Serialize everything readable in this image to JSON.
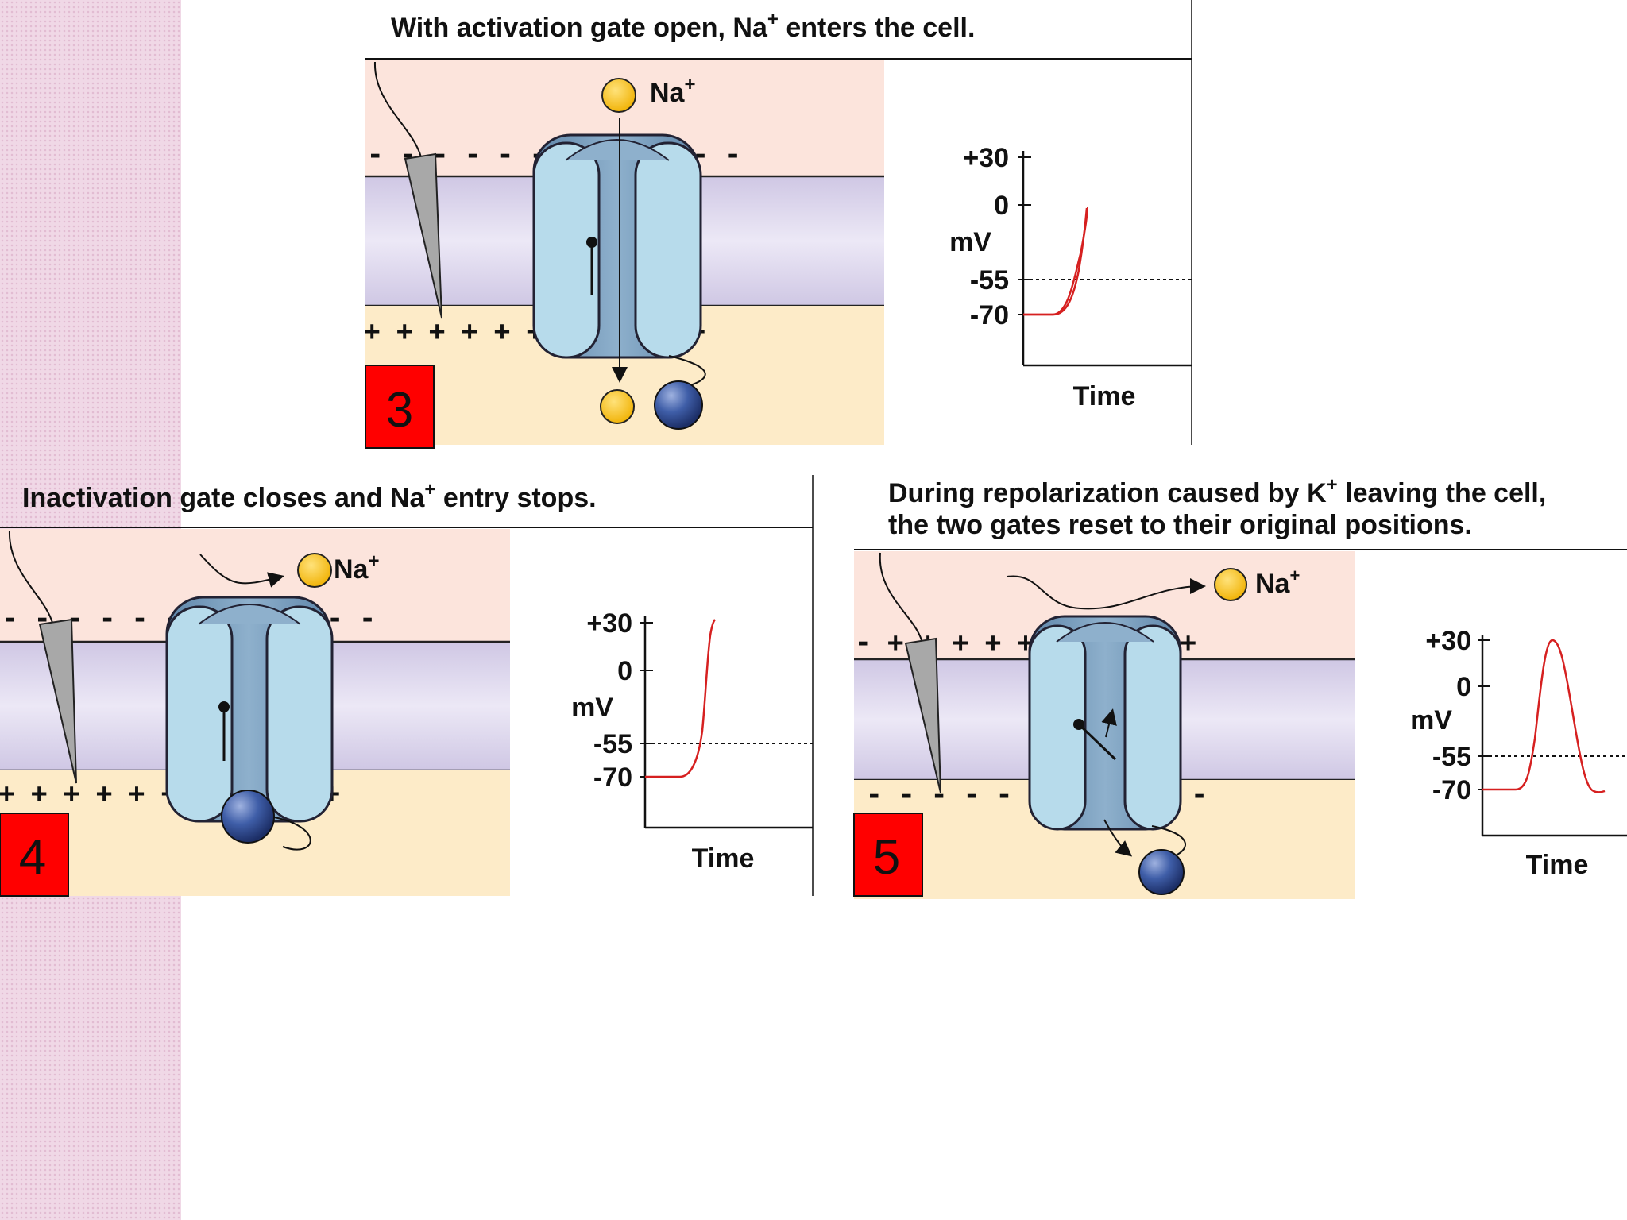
{
  "background": {
    "pattern_color": "#f0d8e6",
    "page_color": "#ffffff"
  },
  "colors": {
    "extracellular": "#fce4dc",
    "intracellular": "#fdebc8",
    "membrane": "#dcd6ec",
    "channel_light": "#b7dbeb",
    "channel_dark": "#6e93b5",
    "sodium_ion": "#f5c21a",
    "inactivation_ball": "#3f5ea8",
    "trace": "#d62020",
    "step_badge": "#ff0000"
  },
  "panels": [
    {
      "step": "3",
      "title": {
        "main": "With activation gate open, Na",
        "sup": "+",
        "tail": " enters the cell."
      },
      "ion_label": {
        "main": "Na",
        "sup": "+"
      },
      "outer_charges": "- - - - -     - - - - - - -",
      "inner_charges": "+ +   + + +       + + + + + +",
      "graph": {
        "y_ticks": [
          "+30",
          "0",
          "-55",
          "-70"
        ],
        "y_unit": "mV",
        "x_label": "Time"
      },
      "trace_icon": "rising-depolarization-trace"
    },
    {
      "step": "4",
      "title": {
        "main": "Inactivation gate closes and Na",
        "sup": "+",
        "tail": " entry stops."
      },
      "ion_label": {
        "main": "Na",
        "sup": "+"
      },
      "outer_charges": "- - - - -     - - - - - - -",
      "inner_charges": "+ +   + + +       + + + + + +",
      "graph": {
        "y_ticks": [
          "+30",
          "0",
          "-55",
          "-70"
        ],
        "y_unit": "mV",
        "x_label": "Time"
      },
      "trace_icon": "peak-depolarization-trace"
    },
    {
      "step": "5",
      "title": {
        "line1_main": "During repolarization caused by K",
        "line1_sup": "+",
        "line1_tail": " leaving the cell,",
        "line2": "the two gates reset to their original positions."
      },
      "ion_label": {
        "main": "Na",
        "sup": "+"
      },
      "outer_charges": "- +   + + +       + + + + + +",
      "inner_charges": "- -   - - -       - - - - - -",
      "graph": {
        "y_ticks": [
          "+30",
          "0",
          "-55",
          "-70"
        ],
        "y_unit": "mV",
        "x_label": "Time"
      },
      "trace_icon": "full-action-potential-trace"
    }
  ]
}
